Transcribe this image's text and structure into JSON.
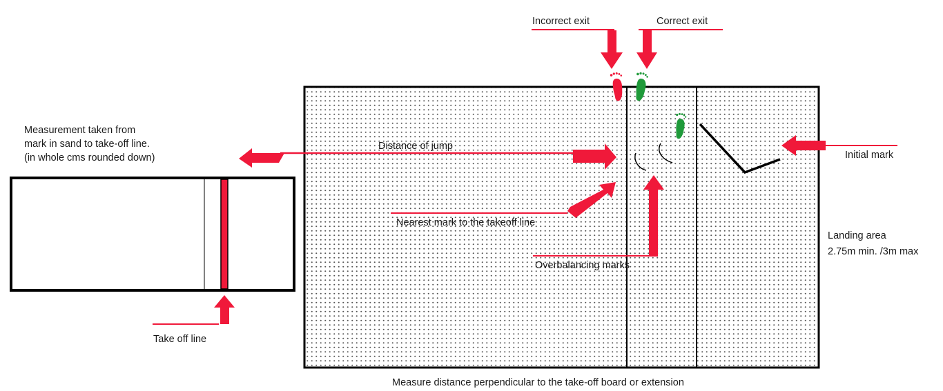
{
  "labels": {
    "incorrect_exit": "Incorrect exit",
    "correct_exit": "Correct exit",
    "measurement_line1": "Measurement taken from",
    "measurement_line2": "mark in sand to take-off line.",
    "measurement_line3": "(in whole cms rounded down)",
    "distance_of_jump": "Distance of jump",
    "initial_mark": "Initial mark",
    "nearest_mark": "Nearest mark to the takeoff line",
    "landing_area_line1": "Landing area",
    "landing_area_line2": "2.75m min. /3m max",
    "overbalancing_marks": "Overbalancing marks",
    "take_off_line": "Take off line",
    "footer": "Measure distance perpendicular to the take-off board or extension"
  },
  "colors": {
    "arrow": "#f0193a",
    "incorrect_foot": "#f0193a",
    "correct_foot": "#1f9a3a",
    "outline": "#000000",
    "sand_dots": "#555555"
  },
  "icons": {
    "incorrect_footprint": "footprint-icon",
    "correct_footprint": "footprint-icon",
    "landing_footprint": "footprint-icon"
  }
}
